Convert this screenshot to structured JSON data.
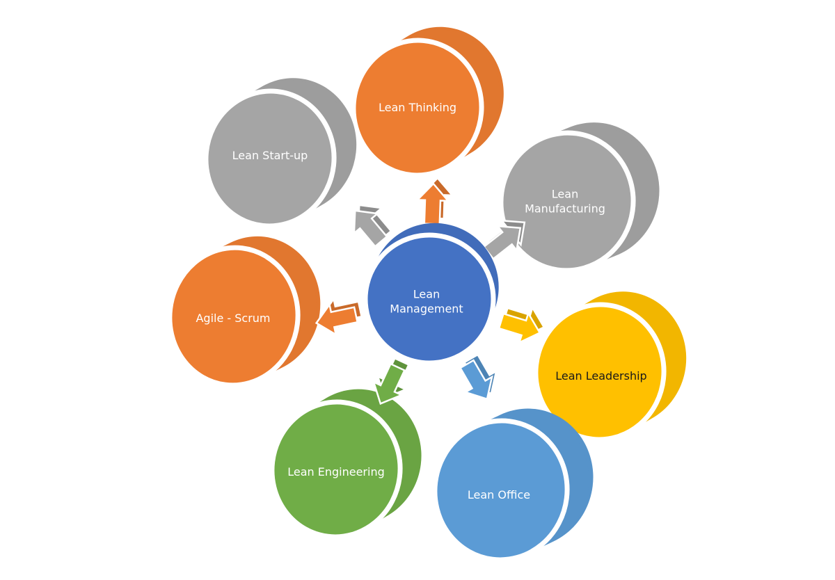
{
  "center": {
    "label_lines": [
      "Lean",
      "Management"
    ],
    "color": "#4472C4",
    "text_color": "#ffffff"
  },
  "nodes": [
    {
      "id": "lean-thinking",
      "label_lines": [
        "Lean Thinking"
      ],
      "color": "#ED7D31",
      "text_color": "#ffffff"
    },
    {
      "id": "lean-manufacturing",
      "label_lines": [
        "Lean",
        "Manufacturing"
      ],
      "color": "#A5A5A5",
      "text_color": "#ffffff"
    },
    {
      "id": "lean-leadership",
      "label_lines": [
        "Lean Leadership"
      ],
      "color": "#FFC000",
      "text_color": "#1a1a1a"
    },
    {
      "id": "lean-office",
      "label_lines": [
        "Lean Office"
      ],
      "color": "#5B9BD5",
      "text_color": "#ffffff"
    },
    {
      "id": "lean-engineering",
      "label_lines": [
        "Lean Engineering"
      ],
      "color": "#70AD47",
      "text_color": "#ffffff"
    },
    {
      "id": "agile-scrum",
      "label_lines": [
        "Agile - Scrum"
      ],
      "color": "#ED7D31",
      "text_color": "#ffffff"
    },
    {
      "id": "lean-start-up",
      "label_lines": [
        "Lean Start-up"
      ],
      "color": "#A5A5A5",
      "text_color": "#ffffff"
    }
  ]
}
